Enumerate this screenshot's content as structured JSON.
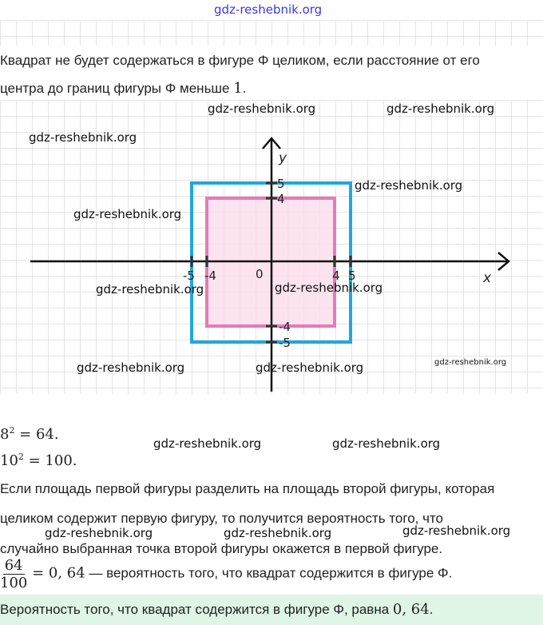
{
  "watermark_top": "gdz-reshebnik.org",
  "watermarks": [
    "gdz-reshebnik.org",
    "gdz-reshebnik.org",
    "gdz-reshebnik.org",
    "gdz-reshebnik.org",
    "gdz-reshebnik.org",
    "gdz-reshebnik.org",
    "gdz-reshebnik.org",
    "gdz-reshebnik.org",
    "gdz-reshebnik.org",
    "gdz-reshebnik.org",
    "gdz-reshebnik.org",
    "gdz-reshebnik.org",
    "gdz-reshebnik.org",
    "gdz-reshebnik.org"
  ],
  "intro": {
    "line1": "Квадрат не будет содержаться в фигуре Φ целиком, если расстояние от его",
    "line2": "центра до границ фигуры Φ меньше",
    "line2_num": "1",
    "line2_end": "."
  },
  "diagram": {
    "x_label": "x",
    "y_label": "y",
    "origin_label": "0",
    "x_ticks": [
      "-5",
      "-4",
      "4",
      "5"
    ],
    "y_ticks": [
      "5",
      "4",
      "-4",
      "-5"
    ],
    "outer_square_color": "#1ea7e1",
    "inner_square_color": "#e87ab8",
    "inner_fill_color": "#fbdcec"
  },
  "equations": {
    "eq1_base": "8",
    "eq1_exp": "2",
    "eq1_rest": " = 64.",
    "eq2_base": "10",
    "eq2_exp": "2",
    "eq2_rest": " = 100."
  },
  "explanation": {
    "line1": "Если площадь первой фигуры разделить на площадь второй фигуры, которая",
    "line2": "целиком содержит первую фигуру, то получится вероятность того, что",
    "line3": "случайно выбранная точка второй фигуры окажется в первой фигуре."
  },
  "fraction": {
    "num": "64",
    "den": "100",
    "eq": " = 0, 64",
    "text": " — вероятность того, что квадрат содержится в фигуре Φ."
  },
  "answer": {
    "text": "Вероятность того, что квадрат содержится в фигуре Φ, равна ",
    "value": "0, 64",
    "end": "."
  }
}
